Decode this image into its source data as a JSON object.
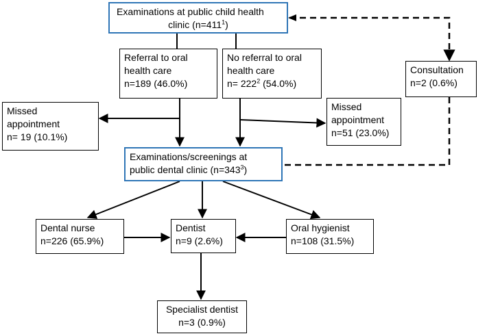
{
  "nodes": {
    "child_clinic": {
      "line1": "Examinations at public child health",
      "line2_text": "clinic (n=411",
      "line2_sup": "1",
      "line2_end": ")"
    },
    "referral": {
      "line1": "Referral to oral",
      "line2": "health care",
      "line3": "n=189 (46.0%)"
    },
    "no_referral": {
      "line1": "No referral to oral",
      "line2": "health care",
      "line3_text": "n= 222",
      "line3_sup": "2",
      "line3_end": " (54.0%)"
    },
    "consultation": {
      "line1": "Consultation",
      "line2": "n=2 (0.6%)"
    },
    "missed_left": {
      "line1": "Missed",
      "line2": "appointment",
      "line3": "n= 19 (10.1%)"
    },
    "missed_right": {
      "line1": "Missed",
      "line2": "appointment",
      "line3": "n=51 (23.0%)"
    },
    "dental_clinic": {
      "line1": "Examinations/screenings at",
      "line2_text": "public dental clinic (n=343",
      "line2_sup": "3",
      "line2_end": ")"
    },
    "dental_nurse": {
      "line1": "Dental nurse",
      "line2": "n=226 (65.9%)"
    },
    "dentist": {
      "line1": "Dentist",
      "line2": "n=9 (2.6%)"
    },
    "oral_hygienist": {
      "line1": "Oral hygienist",
      "line2": "n=108 (31.5%)"
    },
    "specialist": {
      "line1": "Specialist dentist",
      "line2": "n=3 (0.9%)"
    }
  },
  "colors": {
    "highlight_border": "#2e75b6",
    "line": "#000000"
  }
}
